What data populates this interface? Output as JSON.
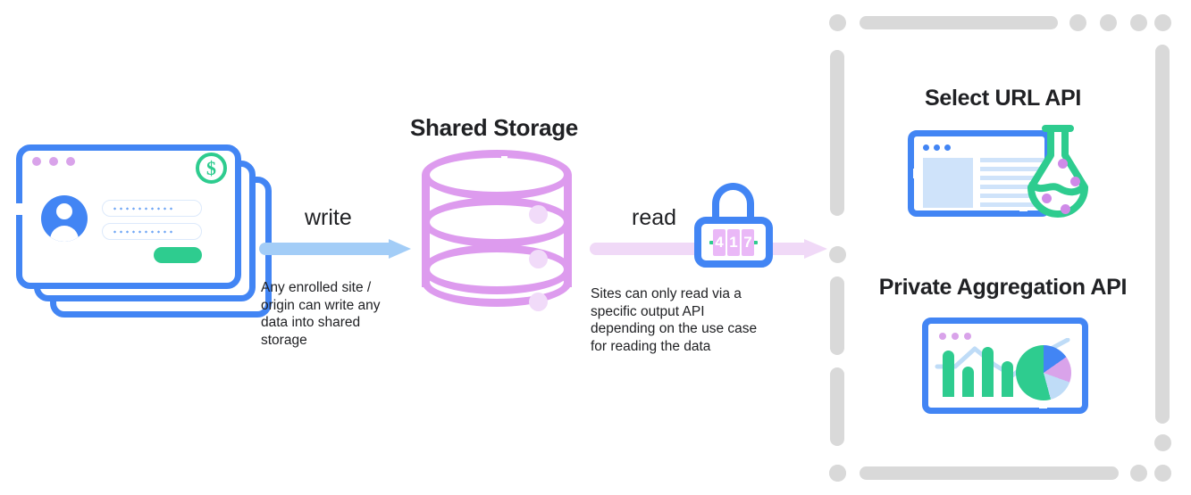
{
  "diagram": {
    "title_storage": "Shared Storage",
    "write": {
      "label": "write",
      "description": "Any enrolled site /\norigin can write any\ndata into shared\nstorage",
      "arrow_color": "#a3cdf7"
    },
    "read": {
      "label": "read",
      "description": "Sites can only read via a\nspecific output API\ndepending on the use case\nfor reading the data",
      "arrow_color": "#f0d9f7"
    },
    "lock": {
      "digits": [
        "4",
        "1",
        "7"
      ]
    },
    "storage": {
      "color": "#dd9bee",
      "band_count": 3
    },
    "site_card": {
      "accent_color": "#4285f4",
      "dot_color": "#d9a3ea",
      "coin_symbol": "$",
      "coin_color": "#2ecc8f",
      "button_color": "#2ecc8f"
    },
    "output_apis": [
      {
        "title": "Select URL API",
        "icon": "flask-browser-icon"
      },
      {
        "title": "Private Aggregation API",
        "icon": "chart-browser-icon"
      }
    ],
    "panel_border_color": "#d9d9d9"
  },
  "chart_icon": {
    "type": "bar",
    "bar_values": [
      52,
      34,
      56,
      40
    ],
    "bar_color": "#2ecc8f",
    "line_color": "#bfdcf7",
    "pie_slices": [
      {
        "label": "green",
        "value": 55,
        "color": "#2ecc8f"
      },
      {
        "label": "blue",
        "value": 15,
        "color": "#4285f4"
      },
      {
        "label": "purple",
        "value": 15,
        "color": "#d9a3ea"
      },
      {
        "label": "light-blue",
        "value": 15,
        "color": "#bfdcf7"
      }
    ]
  }
}
